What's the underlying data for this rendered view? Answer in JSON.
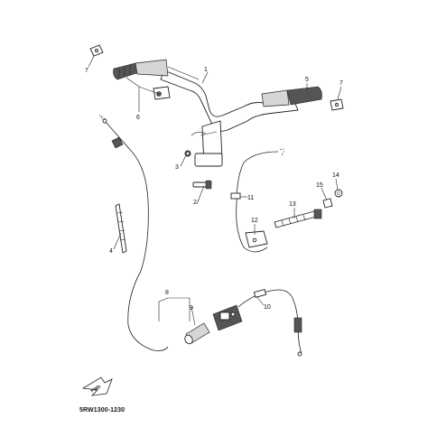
{
  "diagram_code": "5RW1300-1230",
  "fwd_label": "FWD",
  "callouts": [
    "1",
    "2",
    "3",
    "4",
    "5",
    "6",
    "7",
    "7",
    "8",
    "9",
    "10",
    "11",
    "12",
    "13",
    "14",
    "15"
  ],
  "colors": {
    "line": "#222222",
    "shade": "#d6d6d6",
    "background": "#ffffff"
  }
}
